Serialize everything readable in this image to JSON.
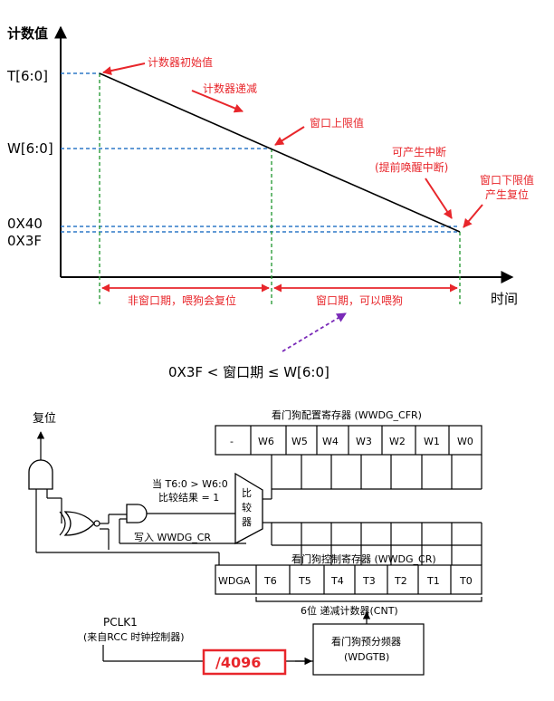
{
  "chart": {
    "y_axis_label": "计数值",
    "x_axis_label": "时间",
    "y_ticks": {
      "t": "T[6:0]",
      "w": "W[6:0]",
      "x40": "0X40",
      "x3f": "0X3F"
    },
    "annotations": {
      "initial": "计数器初始值",
      "decrement": "计数器递减",
      "upper": "窗口上限值",
      "interrupt_1": "可产生中断",
      "interrupt_2": "(提前唤醒中断)",
      "lower_1": "窗口下限值",
      "lower_2": "产生复位"
    },
    "ranges": {
      "non_window": "非窗口期，喂狗会复位",
      "window": "窗口期，可以喂狗"
    },
    "formula": "0X3F  <  窗口期 ≤ W[6:0]",
    "colors": {
      "red": "#e8262b",
      "blue": "#2e78c7",
      "green": "#2e9c3c",
      "purple": "#7a2ab8"
    }
  },
  "block": {
    "reset_label": "复位",
    "cfr_title": "看门狗配置寄存器 (WWDG_CFR)",
    "cfr_cells": [
      "-",
      "W6",
      "W5",
      "W4",
      "W3",
      "W2",
      "W1",
      "W0"
    ],
    "cr_title": "看门狗控制寄存器 (WWDG_CR)",
    "cr_cells": [
      "WDGA",
      "T6",
      "T5",
      "T4",
      "T3",
      "T2",
      "T1",
      "T0"
    ],
    "cnt_label": "6位 递减计数器(CNT)",
    "compare_1": "当 T6:0 > W6:0",
    "compare_2": "比较结果 = 1",
    "comparator": [
      "比",
      "较",
      "器"
    ],
    "write_label": "写入 WWDG_CR",
    "pclk": "PCLK1",
    "pclk_src": "(来自RCC 时钟控制器)",
    "divider": "/4096",
    "prescaler_1": "看门狗预分频器",
    "prescaler_2": "(WDGTB)"
  }
}
